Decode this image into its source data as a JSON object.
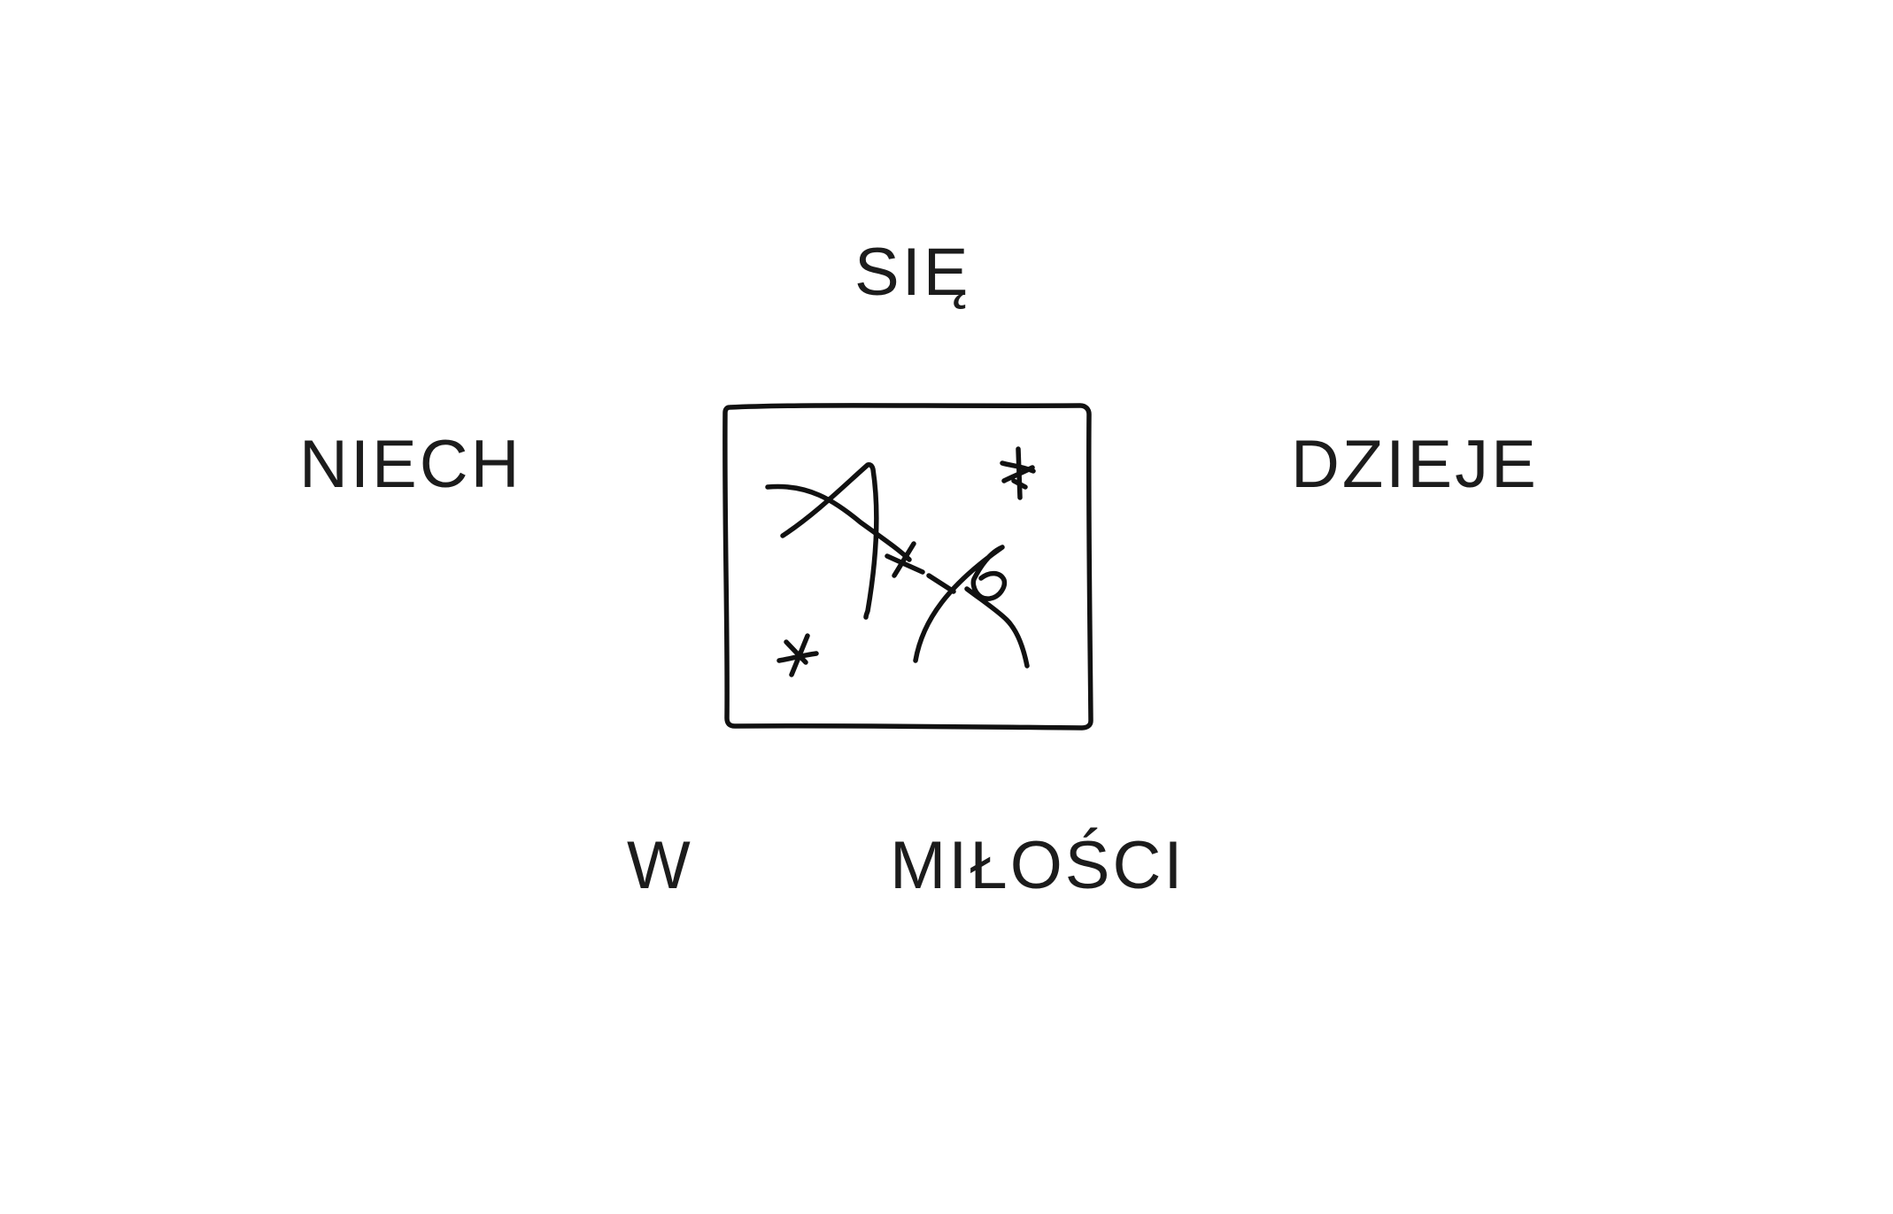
{
  "words": {
    "top": "SIĘ",
    "left": "NIECH",
    "right": "DZIEJE",
    "bottom_left": "W",
    "bottom_right": "MIŁOŚCI"
  },
  "text_color": "#1c1c1c",
  "background_color": "#ffffff"
}
